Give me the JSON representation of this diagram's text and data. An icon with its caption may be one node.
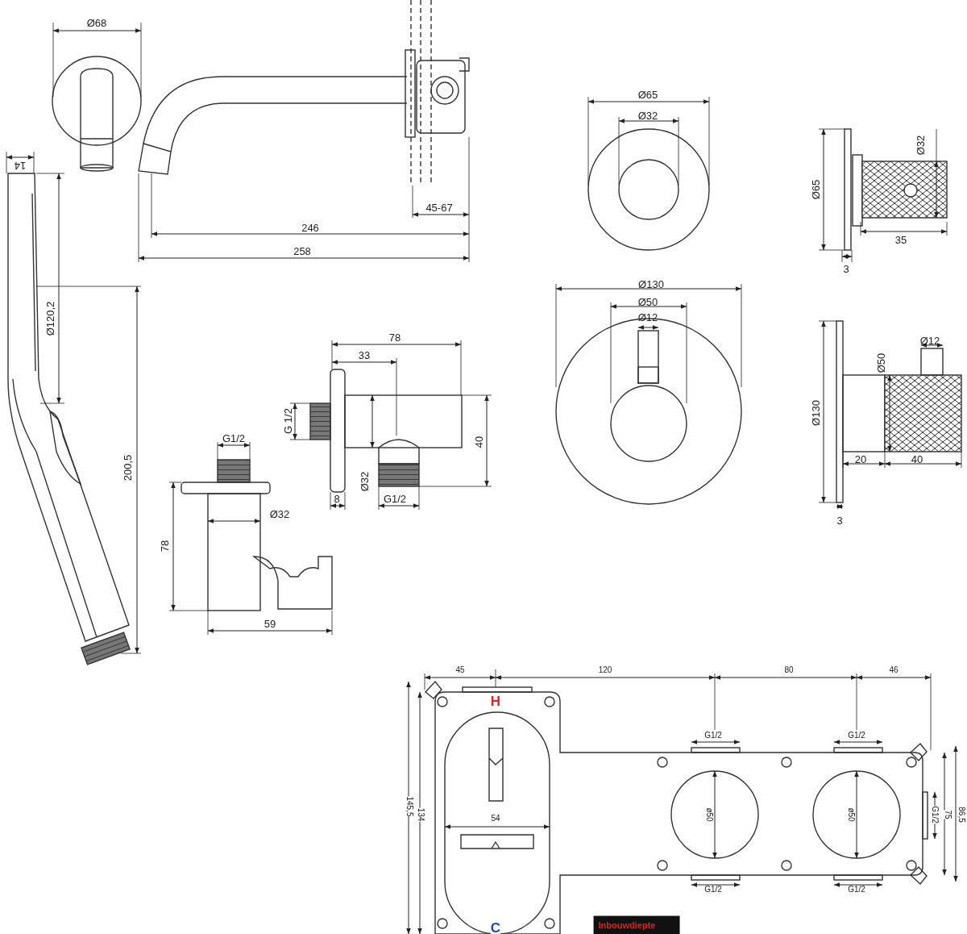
{
  "diagram": {
    "labels": [
      "Ø68",
      "14",
      "45-67",
      "246",
      "258",
      "Ø65",
      "Ø32",
      "Ø65",
      "Ø32",
      "35",
      "3",
      "Ø120,2",
      "200,5",
      "Ø130",
      "Ø50",
      "Ø12",
      "78",
      "33",
      "G 1/2",
      "40",
      "Ø130",
      "Ø50",
      "Ø12",
      "G1/2",
      "Ø32",
      "20",
      "40",
      "8",
      "G1/2",
      "Ø32",
      "3",
      "78",
      "59",
      "45",
      "120",
      "80",
      "46",
      "H",
      "G1/2",
      "G1/2",
      "145,5",
      "134",
      "54",
      "ø50",
      "ø50",
      "G1/2",
      "75",
      "86,5",
      "G1/2",
      "G1/2",
      "C",
      "Inbouwdiepte"
    ]
  }
}
